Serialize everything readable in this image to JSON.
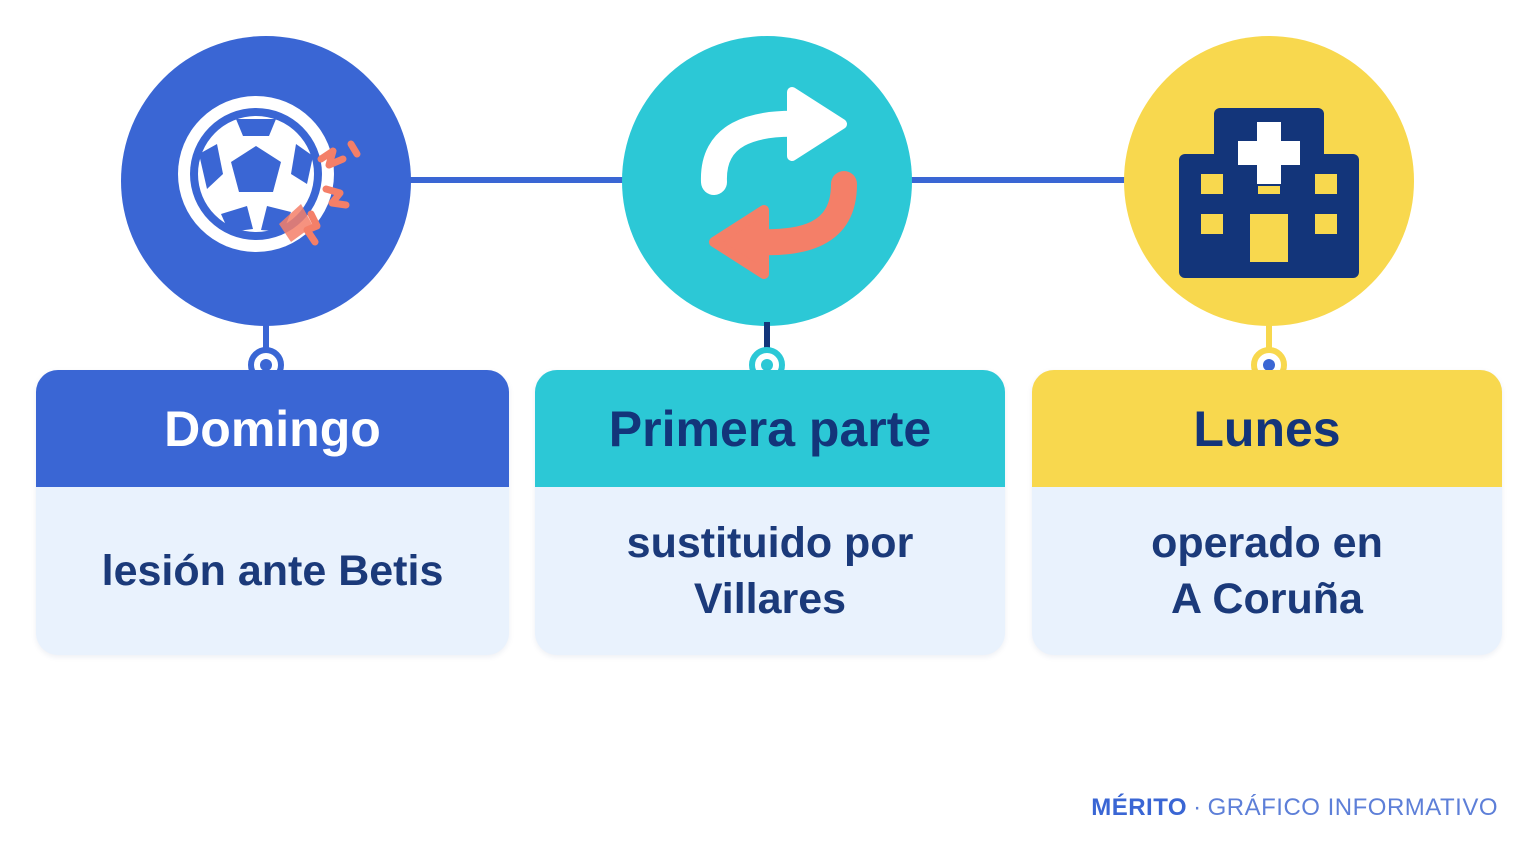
{
  "steps": [
    {
      "title": "Domingo",
      "description": "lesión ante Betis",
      "icon": "soccer-ball-injury-icon",
      "color": "#3a66d4",
      "title_color": "#ffffff"
    },
    {
      "title": "Primera parte",
      "description": "sustituido por\nVillares",
      "icon": "substitution-arrows-icon",
      "color": "#2cc8d6",
      "title_color": "#13357a"
    },
    {
      "title": "Lunes",
      "description": "operado en\nA Coruña",
      "icon": "hospital-icon",
      "color": "#f8d84e",
      "title_color": "#13357a"
    }
  ],
  "footer": {
    "brand": "MÉRITO",
    "separator": "·",
    "subtitle": "GRÁFICO INFORMATIVO"
  },
  "colors": {
    "card_body": "#e9f2fd",
    "body_text": "#1b3a7a",
    "accent_coral": "#f47f68",
    "navy": "#13357a"
  }
}
